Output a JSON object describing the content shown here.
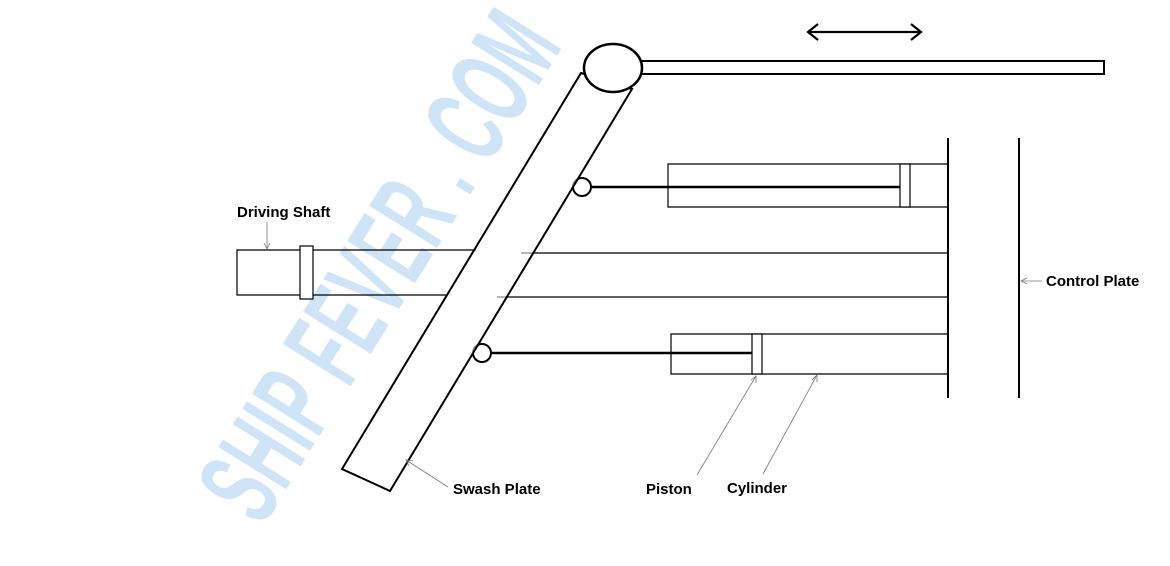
{
  "labels": {
    "driving_shaft": "Driving Shaft",
    "control_plate": "Control Plate",
    "swash_plate": "Swash Plate",
    "piston": "Piston",
    "cylinder": "Cylinder"
  },
  "watermark": {
    "text": "SHIP FEVER . COM",
    "color": "#cfe5f7"
  },
  "colors": {
    "line": "#000000",
    "pointer": "#777777",
    "background": "#ffffff"
  }
}
